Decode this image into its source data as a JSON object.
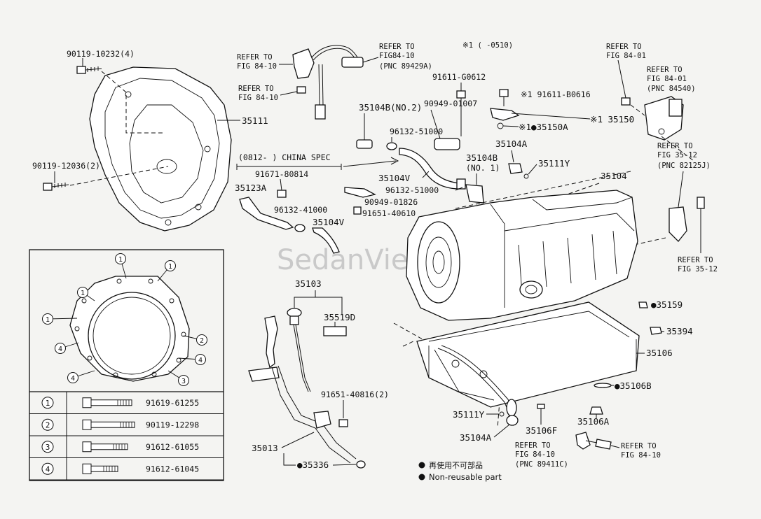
{
  "watermark": "SedanViet.vn",
  "labels": {
    "p90119_10232": "90119-10232(4)",
    "p35111": "35111",
    "p90119_12036": "90119-12036(2)",
    "ref_fig84_10_a1": "REFER TO",
    "ref_fig84_10_a2": "FIG 84-10",
    "ref_fig84_10_b1": "REFER TO",
    "ref_fig84_10_b2": "FIG 84-10",
    "ref_fig84_10_c1": "REFER TO",
    "ref_fig84_10_c2": "FIG84-10",
    "ref_fig84_10_c3": "(PNC 89429A)",
    "note_0510": "※1  (    -0510)",
    "p91611_g0612": "91611-G0612",
    "p35104b_no2": "35104B(NO.2)",
    "p90949_01007": "90949-01007",
    "p96132_51000_a": "96132-51000",
    "china_spec": "(0812-      ) CHINA SPEC",
    "p91671_80814": "91671-80814",
    "p35123a": "35123A",
    "p96132_41000": "96132-41000",
    "p35104v_a": "35104V",
    "p35104v_b": "35104V",
    "p96132_51000_b": "96132-51000",
    "p90949_01826": "90949-01826",
    "p91651_40610": "91651-40610",
    "p35104b_no1_a": "35104B",
    "p35104b_no1_b": "(NO. 1)",
    "p91611_b0616": "※1  91611-B0616",
    "p35150a": "※1●35150A",
    "p35150": "※1 35150",
    "p35104a_top": "35104A",
    "p35111y_top": "35111Y",
    "p35104": "35104",
    "ref_fig84_01_a1": "REFER TO",
    "ref_fig84_01_a2": "FIG 84-01",
    "ref_fig84_01_b1": "REFER TO",
    "ref_fig84_01_b2": "FIG 84-01",
    "ref_fig84_01_b3": "(PNC 84540)",
    "ref_fig35_12_a1": "REFER TO",
    "ref_fig35_12_a2": "FIG 35-12",
    "ref_fig35_12_a3": "(PNC 82125J)",
    "ref_fig35_12_b1": "REFER TO",
    "ref_fig35_12_b2": "FIG 35-12",
    "p35103": "35103",
    "p35519d": "35519D",
    "p91651_40816": "91651-40816(2)",
    "p35013": "35013",
    "p35336": "●35336",
    "p35159": "●35159",
    "p35394": "35394",
    "p35106": "35106",
    "p35106b": "●35106B",
    "p35111y_bot": "35111Y",
    "p35106f": "35106F",
    "p35106a": "35106A",
    "p35104a_bot": "35104A",
    "ref_fig84_10_d1": "REFER TO",
    "ref_fig84_10_d2": "FIG 84-10",
    "ref_fig84_10_d3": "(PNC 89411C)",
    "ref_fig84_10_e1": "REFER TO",
    "ref_fig84_10_e2": "FIG 84-10"
  },
  "legend": {
    "nonreusable_cn": "再使用不可部品",
    "nonreusable_en": "Non-reusable part"
  },
  "bolt_table": [
    {
      "num": "1",
      "part": "91619-61255"
    },
    {
      "num": "2",
      "part": "90119-12298"
    },
    {
      "num": "3",
      "part": "91612-61055"
    },
    {
      "num": "4",
      "part": "91612-61045"
    }
  ],
  "inset_callouts": [
    "1",
    "1",
    "1",
    "1",
    "2",
    "3",
    "4",
    "4",
    "4"
  ]
}
